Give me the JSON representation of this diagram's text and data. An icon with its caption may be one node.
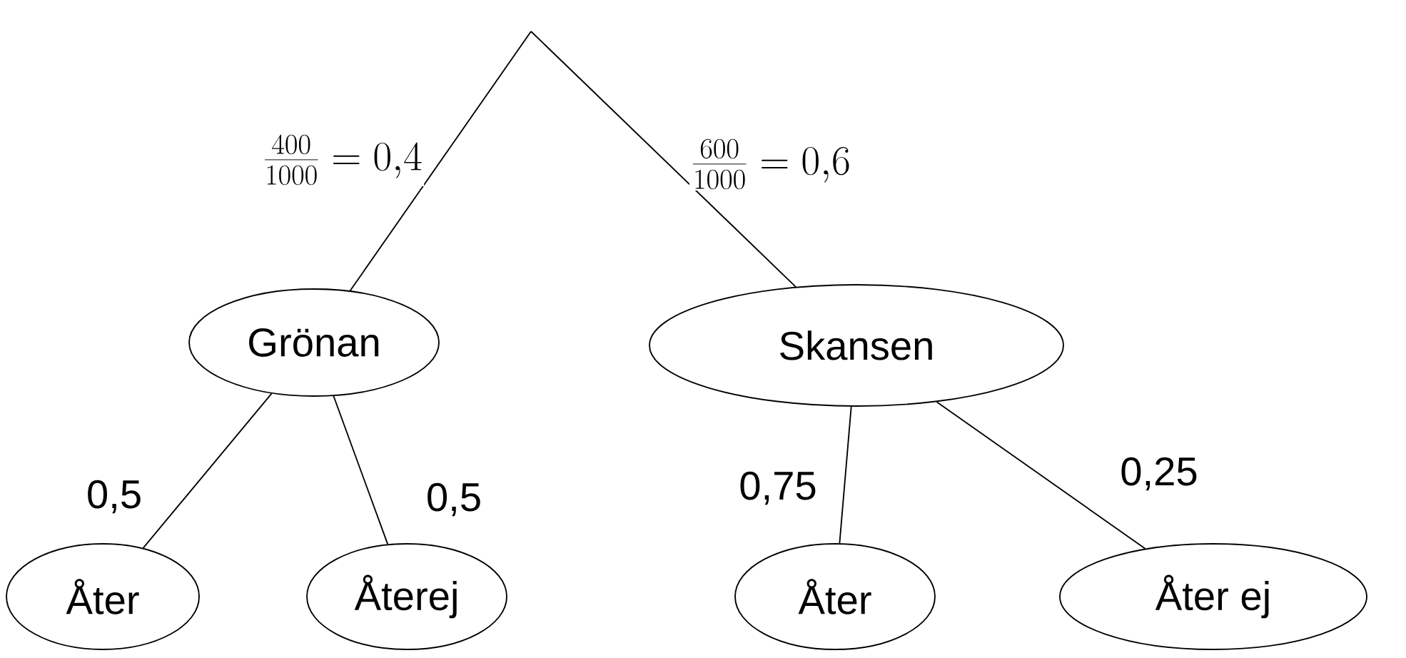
{
  "diagram": {
    "nodes": [
      {
        "text": [
          "Grönan"
        ]
      },
      {
        "text": [
          "Skansen"
        ]
      },
      {
        "text": [
          "Åter"
        ]
      },
      {
        "text": [
          "Återej"
        ]
      },
      {
        "text": [
          "Åter"
        ]
      },
      {
        "text": [
          "Åter ej"
        ]
      }
    ],
    "edges": [
      {
        "from": null,
        "to": 0,
        "arrow": "none",
        "label": "\\frac{400}{1000}=0{,}4"
      },
      {
        "from": null,
        "to": 1,
        "arrow": "none",
        "label": "\\frac{600}{1000}=0{,}6"
      },
      {
        "from": 0,
        "to": 2,
        "arrow": "none",
        "label": "0,5"
      },
      {
        "from": 0,
        "to": 3,
        "arrow": "none",
        "label": "0,5"
      },
      {
        "from": 1,
        "to": 4,
        "arrow": "none",
        "label": "0,75"
      },
      {
        "from": 1,
        "to": 5,
        "arrow": "none",
        "label": "0,25"
      }
    ]
  }
}
